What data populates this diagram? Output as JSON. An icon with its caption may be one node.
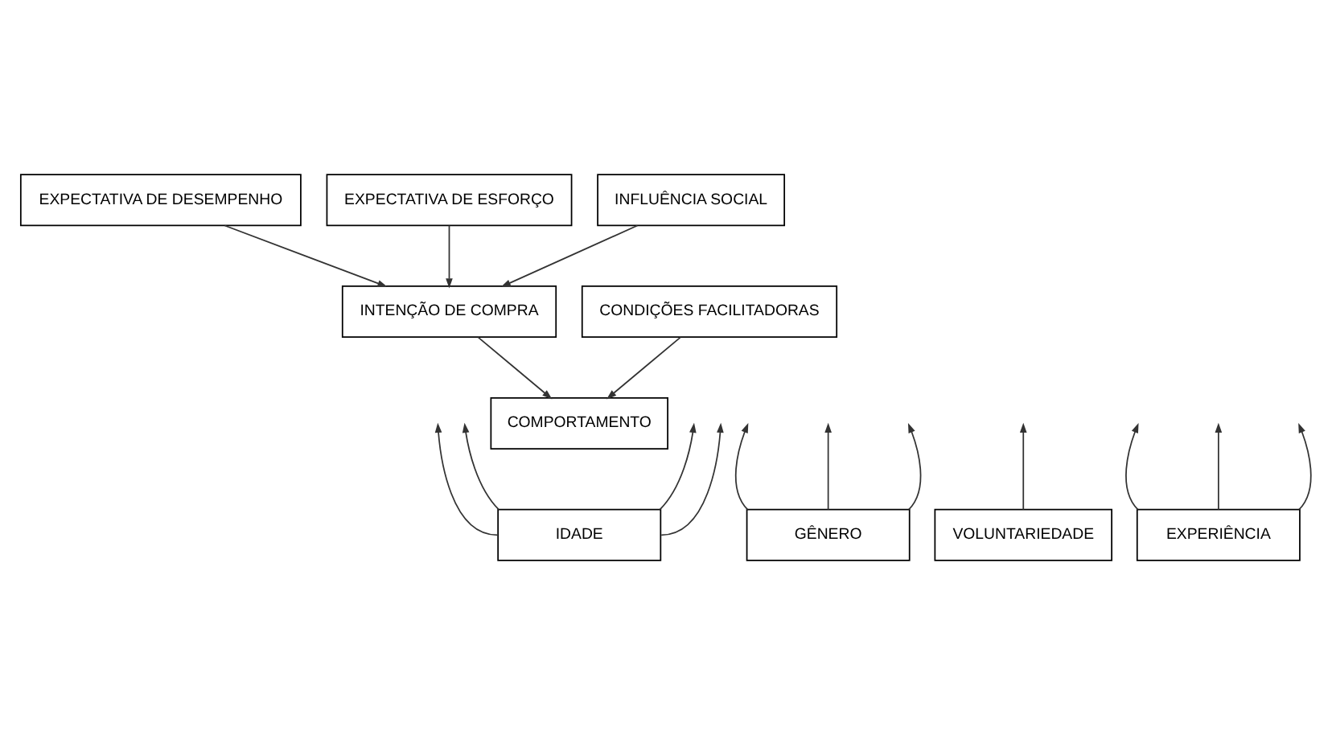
{
  "diagram": {
    "nodes": [
      {
        "text": [
          "EXPECTATIVA DE DESEMPENHO"
        ]
      },
      {
        "text": [
          "EXPECTATIVA DE ESFORÇO"
        ]
      },
      {
        "text": [
          "INFLUÊNCIA SOCIAL"
        ]
      },
      {
        "text": [
          "CONDIÇÕES FACILITADORAS"
        ]
      },
      {
        "text": [
          "INTENÇÃO DE COMPRA"
        ]
      },
      {
        "text": [
          "COMPORTAMENTO"
        ]
      },
      {
        "text": [
          "IDADE"
        ]
      },
      {
        "text": [
          "GÊNERO"
        ]
      },
      {
        "text": [
          "VOLUNTARIEDADE"
        ]
      },
      {
        "text": [
          "EXPERIÊNCIA"
        ]
      }
    ],
    "edges": [
      {
        "from": 0,
        "to": 4,
        "arrow": "to"
      },
      {
        "from": 1,
        "to": 4,
        "arrow": "to"
      },
      {
        "from": 2,
        "to": 4,
        "arrow": "to"
      },
      {
        "from": 3,
        "to": 5,
        "arrow": "to"
      },
      {
        "from": 4,
        "to": 5,
        "arrow": "to"
      },
      {
        "from": 6,
        "to": null,
        "arrow": "to"
      },
      {
        "from": 6,
        "to": null,
        "arrow": "to"
      },
      {
        "from": 6,
        "to": null,
        "arrow": "to"
      },
      {
        "from": 6,
        "to": null,
        "arrow": "to"
      },
      {
        "from": 7,
        "to": null,
        "arrow": "to"
      },
      {
        "from": 7,
        "to": null,
        "arrow": "to"
      },
      {
        "from": 7,
        "to": null,
        "arrow": "to"
      },
      {
        "from": 8,
        "to": null,
        "arrow": "to"
      },
      {
        "from": 9,
        "to": null,
        "arrow": "to"
      },
      {
        "from": 9,
        "to": null,
        "arrow": "to"
      },
      {
        "from": 9,
        "to": null,
        "arrow": "to"
      }
    ]
  }
}
